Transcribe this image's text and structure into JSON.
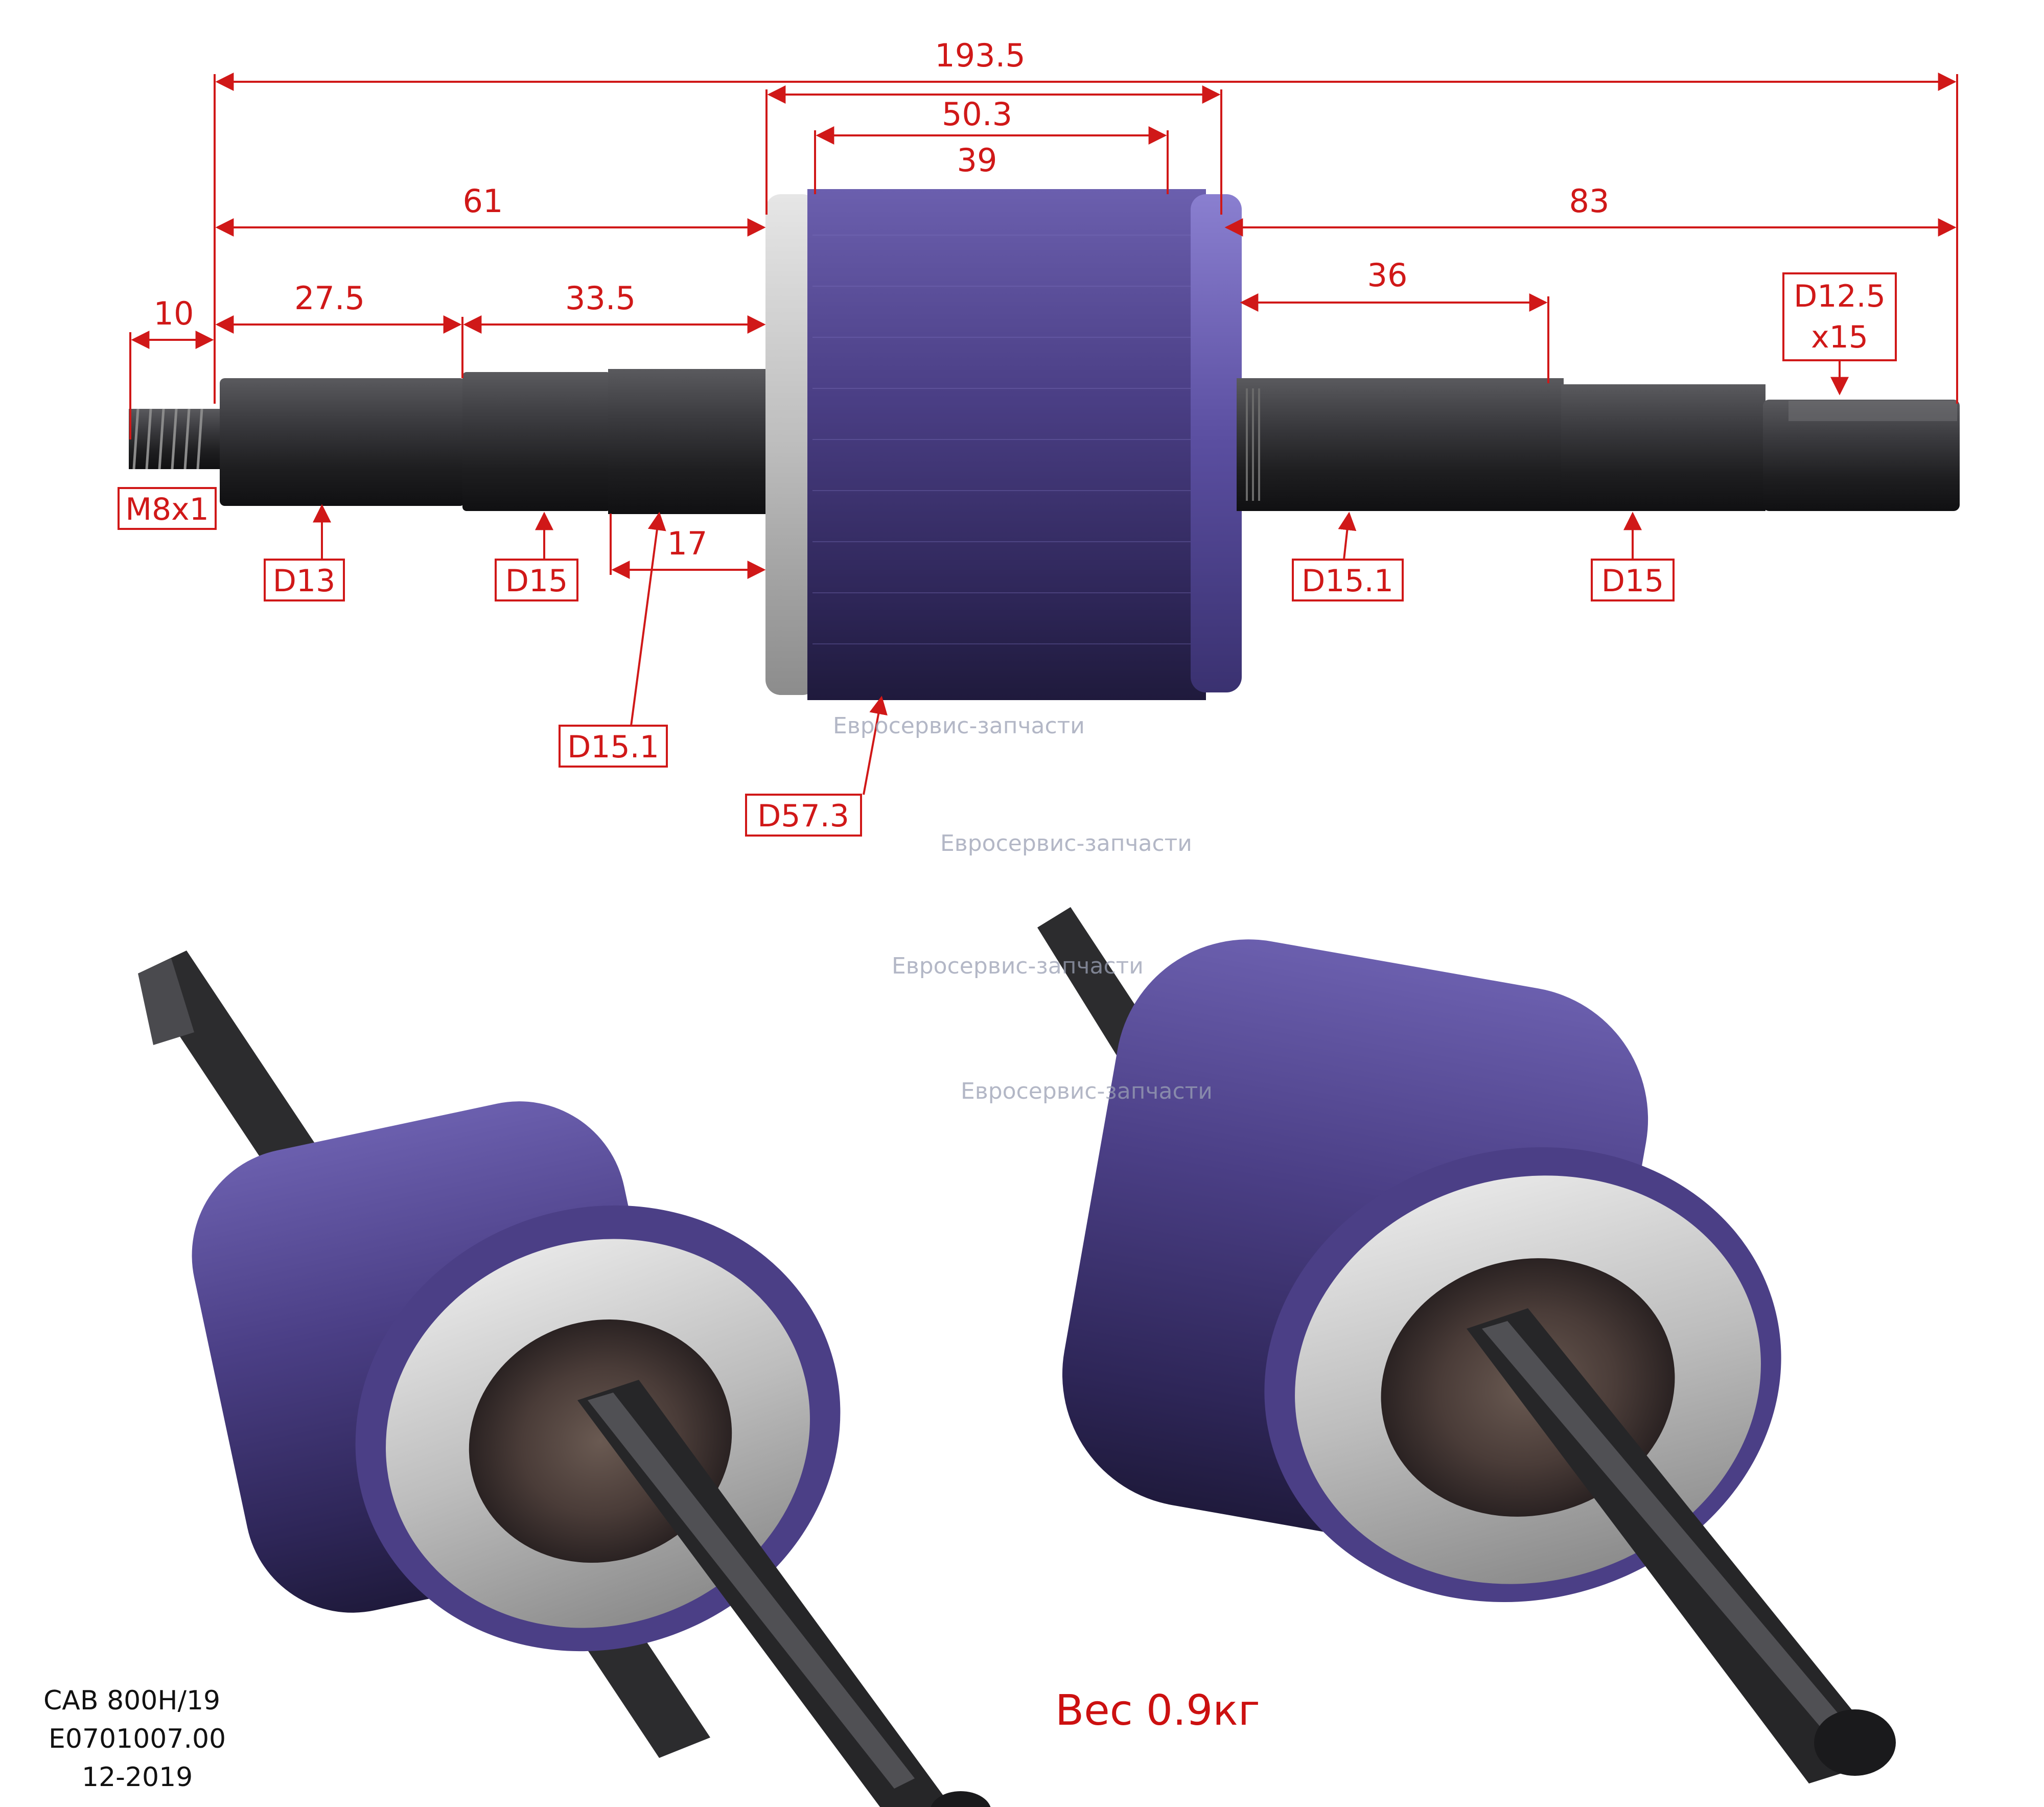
{
  "colors": {
    "dimension": "#d01818",
    "steel_dark": "#2a2a2c",
    "steel_mid": "#4a4a4e",
    "lamination": "#4b3f86",
    "lamination_light": "#6b5fae",
    "aluminium": "#c9c9c9"
  },
  "dimensions": {
    "overall_length": "193.5",
    "core_length": "50.3",
    "winding_length": "39",
    "left_to_core": "61",
    "right_from_core": "83",
    "thread_length": "10",
    "left_step_1": "27.5",
    "left_step_2": "33.5",
    "right_step": "36",
    "inner_step": "17"
  },
  "labels": {
    "thread": "M8x1",
    "d13": "D13",
    "d15_left": "D15",
    "d15_1_inner": "D15.1",
    "d57_3": "D57.3",
    "d15_1_right": "D15.1",
    "d15_right": "D15",
    "d12_5_line1": "D12.5",
    "d12_5_line2": "x15"
  },
  "watermarks": [
    "Евросервис-запчасти",
    "Евросервис-запчасти",
    "Евросервис-запчасти",
    "Евросервис-запчасти"
  ],
  "weight": "Вес 0.9кг",
  "part_info": {
    "model": "CAB 800H/19",
    "code": "E0701007.00",
    "date": "12-2019"
  }
}
